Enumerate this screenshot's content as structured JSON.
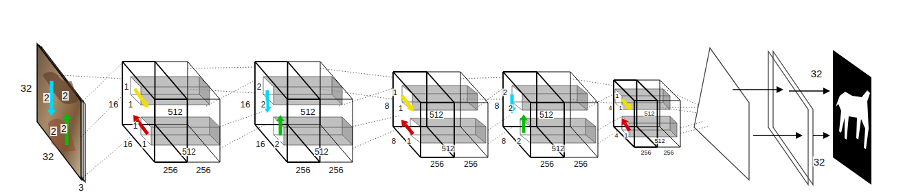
{
  "diagram": {
    "labels": [
      "32",
      "2",
      "2",
      "2",
      "2",
      "32",
      "3",
      "1",
      "1",
      "16",
      "512",
      "1",
      "16",
      "1",
      "512",
      "256",
      "256",
      "2",
      "16",
      "2",
      "512",
      "16",
      "2",
      "512",
      "256",
      "256",
      "1",
      "8",
      "1",
      "512",
      "8",
      "1",
      "512",
      "256",
      "256",
      "2",
      "8",
      "2",
      "512",
      "8",
      "2",
      "512",
      "256",
      "256",
      "1",
      "4",
      "1",
      "512",
      "4",
      "1",
      "512",
      "256",
      "256",
      "32",
      "32"
    ]
  }
}
